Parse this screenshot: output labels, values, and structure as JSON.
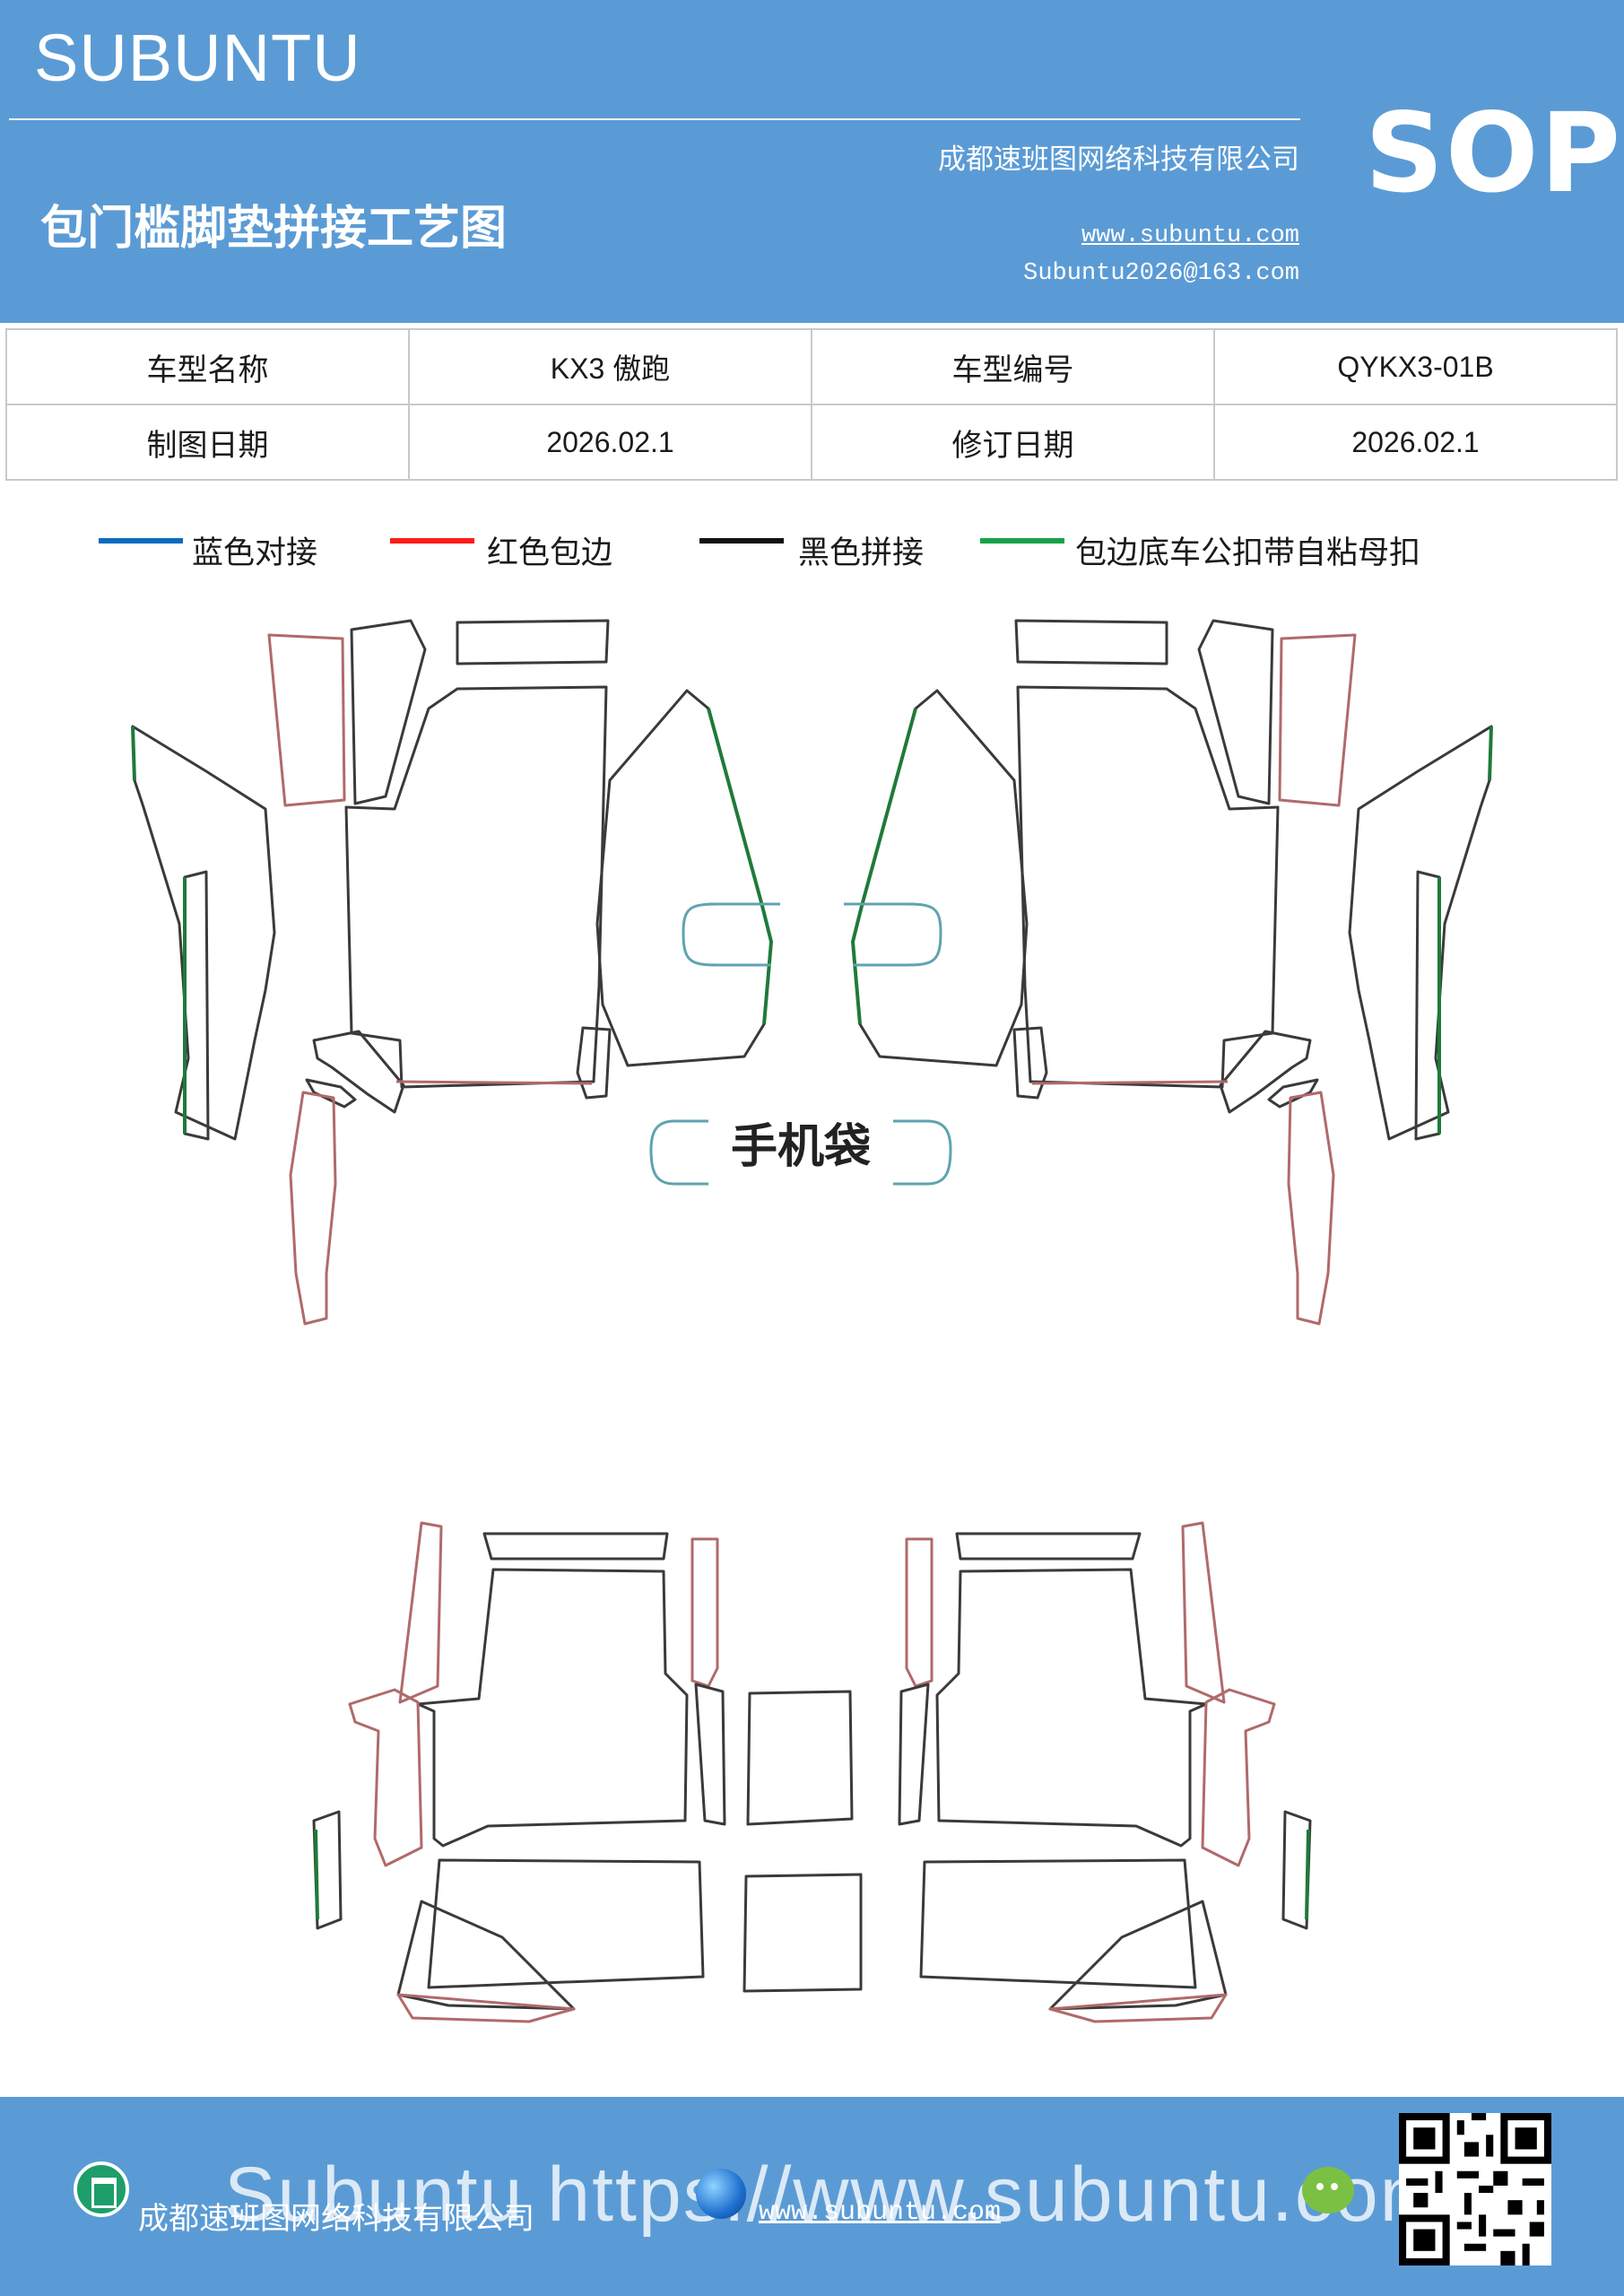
{
  "header": {
    "brand": "SUBUNTU",
    "title": "包门槛脚垫拼接工艺图",
    "company": "成都速班图网络科技有限公司",
    "website": "www.subuntu.com",
    "email": "Subuntu2026@163.com",
    "badge": "SOP"
  },
  "info_table": {
    "model_name_label": "车型名称",
    "model_name": "KX3 傲跑",
    "model_code_label": "车型编号",
    "model_code": "QYKX3-01B",
    "drawing_date_label": "制图日期",
    "drawing_date": "2026.02.1",
    "revision_date_label": "修订日期",
    "revision_date": "2026.02.1"
  },
  "legend": [
    {
      "label": "蓝色对接",
      "color": "#0a6cc0"
    },
    {
      "label": "红色包边",
      "color": "#ff1a1a"
    },
    {
      "label": "黑色拼接",
      "color": "#111111"
    },
    {
      "label": "包边底车公扣带自粘母扣",
      "color": "#16a34a"
    }
  ],
  "diagram": {
    "phone_bag_label": "手机袋",
    "colors": {
      "outline": "#3a3a3a",
      "edge": "#b06a6a",
      "joint": "#5fa3b0",
      "velcro": "#1f7a3a"
    }
  },
  "footer": {
    "company": "成都速班图网络科技有限公司",
    "website": "www.subuntu.com",
    "watermark": "Subuntu https://www.subuntu.com"
  },
  "colors": {
    "header_bg": "#5b9bd5",
    "footer_bg": "#5b9bd5"
  }
}
